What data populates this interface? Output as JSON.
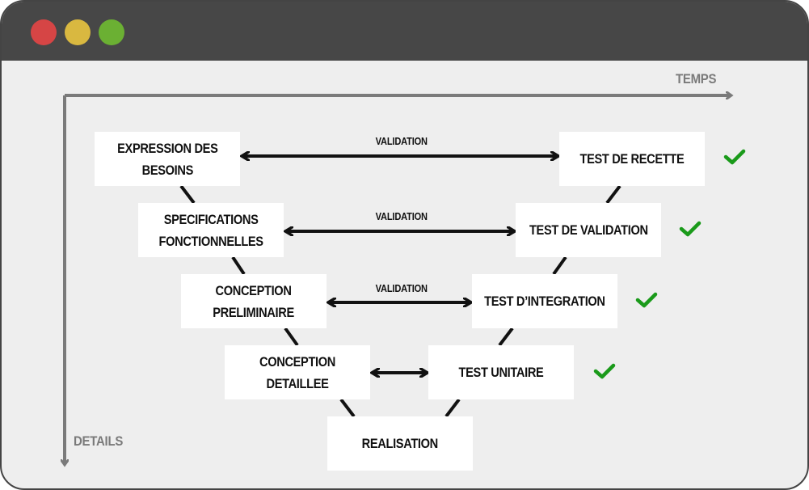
{
  "window": {
    "controls": [
      "close",
      "minimize",
      "maximize"
    ],
    "colors": {
      "close": "#d64545",
      "minimize": "#d9b840",
      "maximize": "#6bb033"
    }
  },
  "axes": {
    "x_label": "TEMPS",
    "y_label": "DETAILS"
  },
  "left_branch": [
    {
      "id": "expression",
      "label": "EXPRESSION DES\nBESOINS"
    },
    {
      "id": "specifications",
      "label": "SPECIFICATIONS\nFONCTIONNELLES"
    },
    {
      "id": "conception-prelim",
      "label": "CONCEPTION\nPRELIMINAIRE"
    },
    {
      "id": "conception-detail",
      "label": "CONCEPTION DETAILLEE"
    }
  ],
  "bottom": {
    "label": "REALISATION"
  },
  "right_branch": [
    {
      "id": "recette",
      "label": "TEST DE RECETTE"
    },
    {
      "id": "validation",
      "label": "TEST DE VALIDATION"
    },
    {
      "id": "integration",
      "label": "TEST D’INTEGRATION"
    },
    {
      "id": "unitaire",
      "label": "TEST UNITAIRE"
    }
  ],
  "arrows": [
    {
      "label": "VALIDATION"
    },
    {
      "label": "VALIDATION"
    },
    {
      "label": "VALIDATION"
    },
    {
      "label": ""
    }
  ],
  "check_color": "#1a9a1a"
}
